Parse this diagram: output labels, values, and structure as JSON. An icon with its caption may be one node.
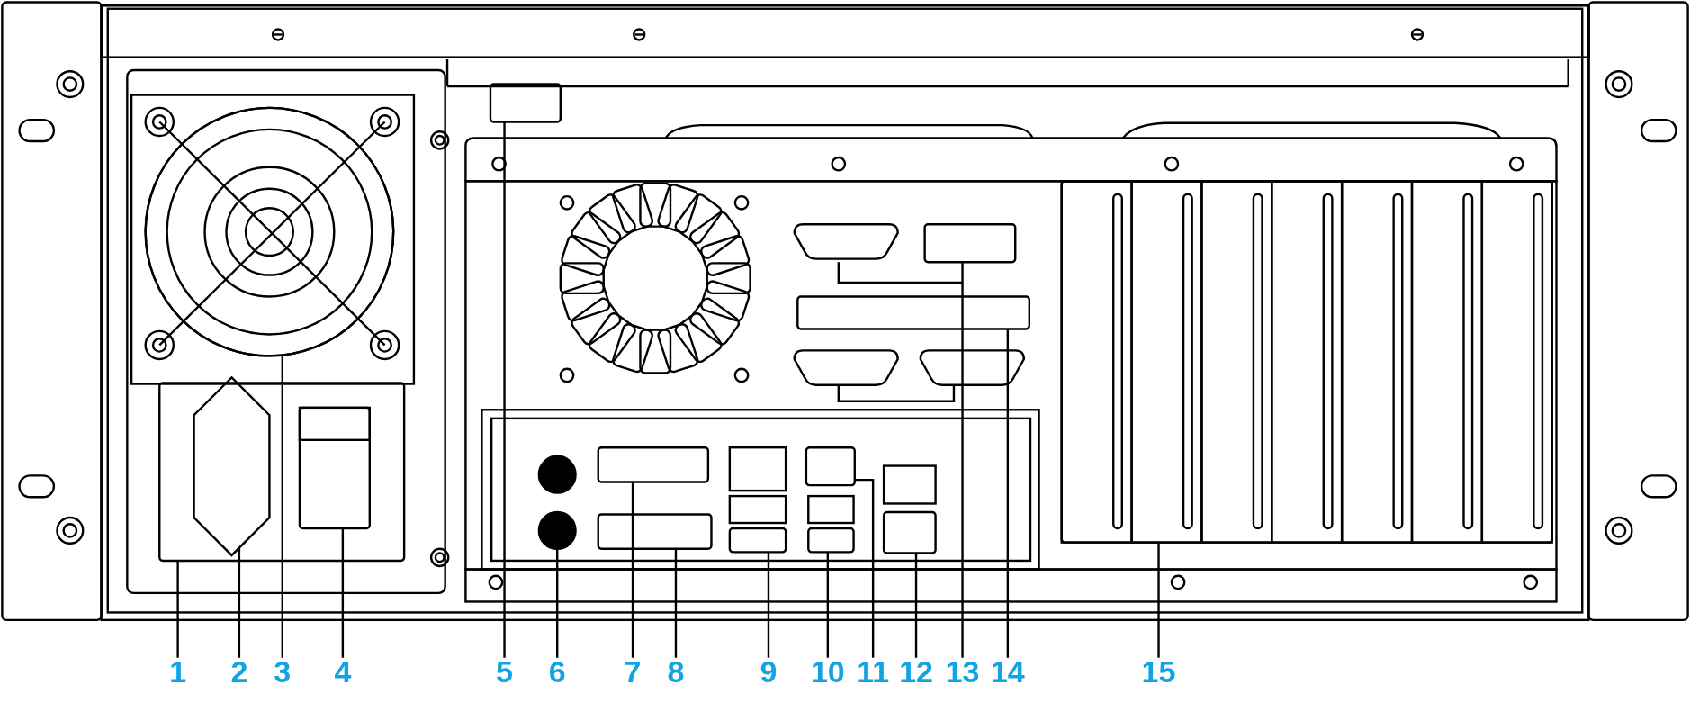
{
  "diagram": {
    "nodes": [
      {
        "text": [
          "1"
        ]
      },
      {
        "text": [
          "2"
        ]
      },
      {
        "text": [
          "3"
        ]
      },
      {
        "text": [
          "4"
        ]
      },
      {
        "text": [
          "5"
        ]
      },
      {
        "text": [
          "6"
        ]
      },
      {
        "text": [
          "7"
        ]
      },
      {
        "text": [
          "8"
        ]
      },
      {
        "text": [
          "9"
        ]
      },
      {
        "text": [
          "10"
        ]
      },
      {
        "text": [
          "11"
        ]
      },
      {
        "text": [
          "12"
        ]
      },
      {
        "text": [
          "13"
        ]
      },
      {
        "text": [
          "14"
        ]
      },
      {
        "text": [
          "15"
        ]
      },
      {
        "text": [],
        "shape": "box"
      },
      {
        "text": [],
        "shape": "hexagon",
        "in": 15
      },
      {
        "text": [],
        "shape": "circle"
      },
      {
        "text": [],
        "shape": "box",
        "in": 15
      },
      {
        "text": [],
        "shape": "box"
      },
      {
        "text": [],
        "shape": "circle"
      },
      {
        "text": [],
        "shape": "box"
      },
      {
        "text": [],
        "shape": "box"
      },
      {
        "text": [],
        "shape": "box"
      },
      {
        "text": [],
        "shape": "box"
      },
      {
        "text": [],
        "shape": "box"
      },
      {
        "text": [],
        "shape": "box"
      },
      {
        "text": [],
        "shape": "box"
      },
      {
        "text": [],
        "shape": "box"
      },
      {
        "text": [],
        "shape": "box"
      }
    ],
    "edges": [
      {
        "from": 0,
        "to": 15,
        "arrow": "none"
      },
      {
        "from": 1,
        "to": 16,
        "arrow": "none"
      },
      {
        "from": 2,
        "to": 17,
        "arrow": "none"
      },
      {
        "from": 3,
        "to": 18,
        "arrow": "none"
      },
      {
        "from": 4,
        "to": 19,
        "arrow": "none"
      },
      {
        "from": 5,
        "to": 20,
        "arrow": "none"
      },
      {
        "from": 6,
        "to": 21,
        "arrow": "none"
      },
      {
        "from": 7,
        "to": 22,
        "arrow": "none"
      },
      {
        "from": 8,
        "to": 23,
        "arrow": "none"
      },
      {
        "from": 9,
        "to": 24,
        "arrow": "none"
      },
      {
        "from": 10,
        "to": 25,
        "arrow": "none"
      },
      {
        "from": 11,
        "to": 26,
        "arrow": "none"
      },
      {
        "from": 12,
        "to": 27,
        "arrow": "none"
      },
      {
        "from": 13,
        "to": 28,
        "arrow": "none"
      },
      {
        "from": 14,
        "to": 29,
        "arrow": "none"
      }
    ]
  }
}
